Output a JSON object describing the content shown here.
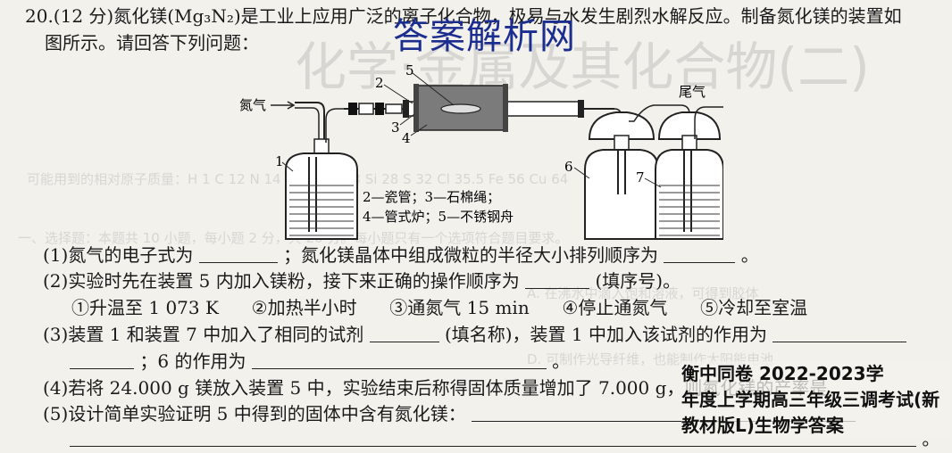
{
  "stem": {
    "line1": "20.(12 分)氮化镁(Mg₃N₂)是工业上应用广泛的离子化合物，极易与水发生剧烈水解反应。制备氮化镁的装置如",
    "line2": "图所示。请回答下列问题："
  },
  "diagram": {
    "inlet_label": "氮气",
    "outlet_label": "尾气",
    "num1": "1",
    "num2": "2",
    "num3": "3",
    "num4": "4",
    "num5": "5",
    "num6": "6",
    "num7": "7",
    "legend_line1": "2—瓷管；3—石棉绳；",
    "legend_line2": "4—管式炉；5—不锈钢舟"
  },
  "questions": {
    "q1_a": "(1)氮气的电子式为",
    "q1_b": "；氮化镁晶体中组成微粒的半径大小排列顺序为",
    "q1_c": "。",
    "q2_a": "(2)实验时先在装置 5 内加入镁粉，接下来正确的操作顺序为",
    "q2_b": "(填序号)。",
    "opt1": "①升温至 1 073 K",
    "opt2": "②加热半小时",
    "opt3": "③通氮气 15 min",
    "opt4": "④停止通氮气",
    "opt5": "⑤冷却至室温",
    "q3_a": "(3)装置 1 和装置 7 中加入了相同的试剂",
    "q3_b": "(填名称)，装置 1 中加入该试剂的作用为",
    "q3_c": "；6 的作用为",
    "q3_d": "。",
    "q4_a": "(4)若将 24.000 g 镁放入装置 5 中，实验结束后称得固体质量增加了 7.000 g，则氮化镁的产率是",
    "q5_a": "(5)设计简单实验证明 5 中得到的固体中含有氮化镁：",
    "q5_b": "。"
  },
  "watermark": "答案解析网",
  "stamp": {
    "line1": "衡中同卷 2022-2023学",
    "line2": "年度上学期高三年级三调考试(新",
    "line3": "教材版L)生物学答案"
  }
}
